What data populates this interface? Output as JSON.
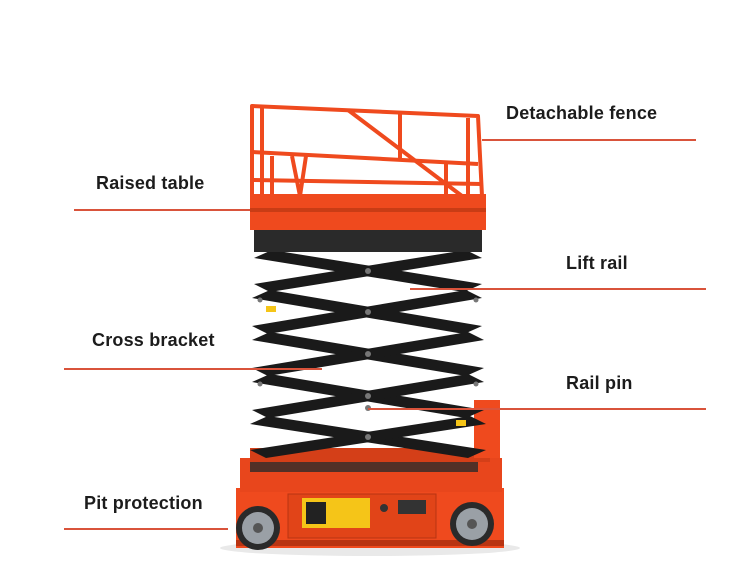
{
  "diagram": {
    "subject": "scissor lift",
    "labels": {
      "detachable_fence": "Detachable fence",
      "raised_table": "Raised table",
      "lift_rail": "Lift rail",
      "cross_bracket": "Cross bracket",
      "rail_pin": "Rail pin",
      "pit_protection": "Pit protection"
    },
    "colors": {
      "body_orange": "#f04a1d",
      "scissor_black": "#1a1a1a",
      "leader_line": "#d9533b",
      "label_text": "#1c1c1c"
    }
  }
}
